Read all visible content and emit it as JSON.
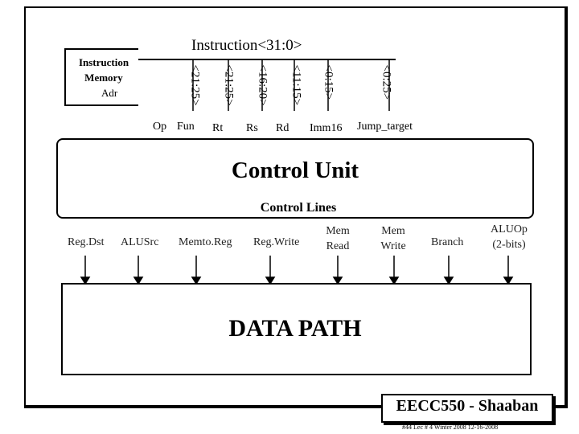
{
  "instruction_memory": {
    "title": "Instruction Memory",
    "port": "Adr"
  },
  "instruction_bus": {
    "label": "Instruction<31:0>"
  },
  "fields": [
    {
      "bits": "<21:25>"
    },
    {
      "bits": "<21:25>"
    },
    {
      "bits": "<16:20>"
    },
    {
      "bits": "<11:15>"
    },
    {
      "bits": "<0:15>"
    },
    {
      "bits": "<0:25>"
    }
  ],
  "field_labels": {
    "op": "Op",
    "fun": "Fun",
    "rt": "Rt",
    "rs": "Rs",
    "rd": "Rd",
    "imm16": "Imm16",
    "jump_target": "Jump_target"
  },
  "control_unit": {
    "title": "Control Unit",
    "lines_label": "Control Lines"
  },
  "control_signals": [
    {
      "name": "Reg.Dst"
    },
    {
      "name": "ALUSrc"
    },
    {
      "name": "Memto.Reg"
    },
    {
      "name": "Reg.Write"
    },
    {
      "name": "Mem Read"
    },
    {
      "name": "Mem Write"
    },
    {
      "name": "Branch"
    },
    {
      "name": "ALUOp (2-bits)"
    }
  ],
  "datapath": {
    "title": "DATA PATH"
  },
  "badge": {
    "title": "EECC550 - Shaaban"
  },
  "footer": {
    "text": "#44   Lec # 4   Winter 2008   12-16-2008"
  }
}
